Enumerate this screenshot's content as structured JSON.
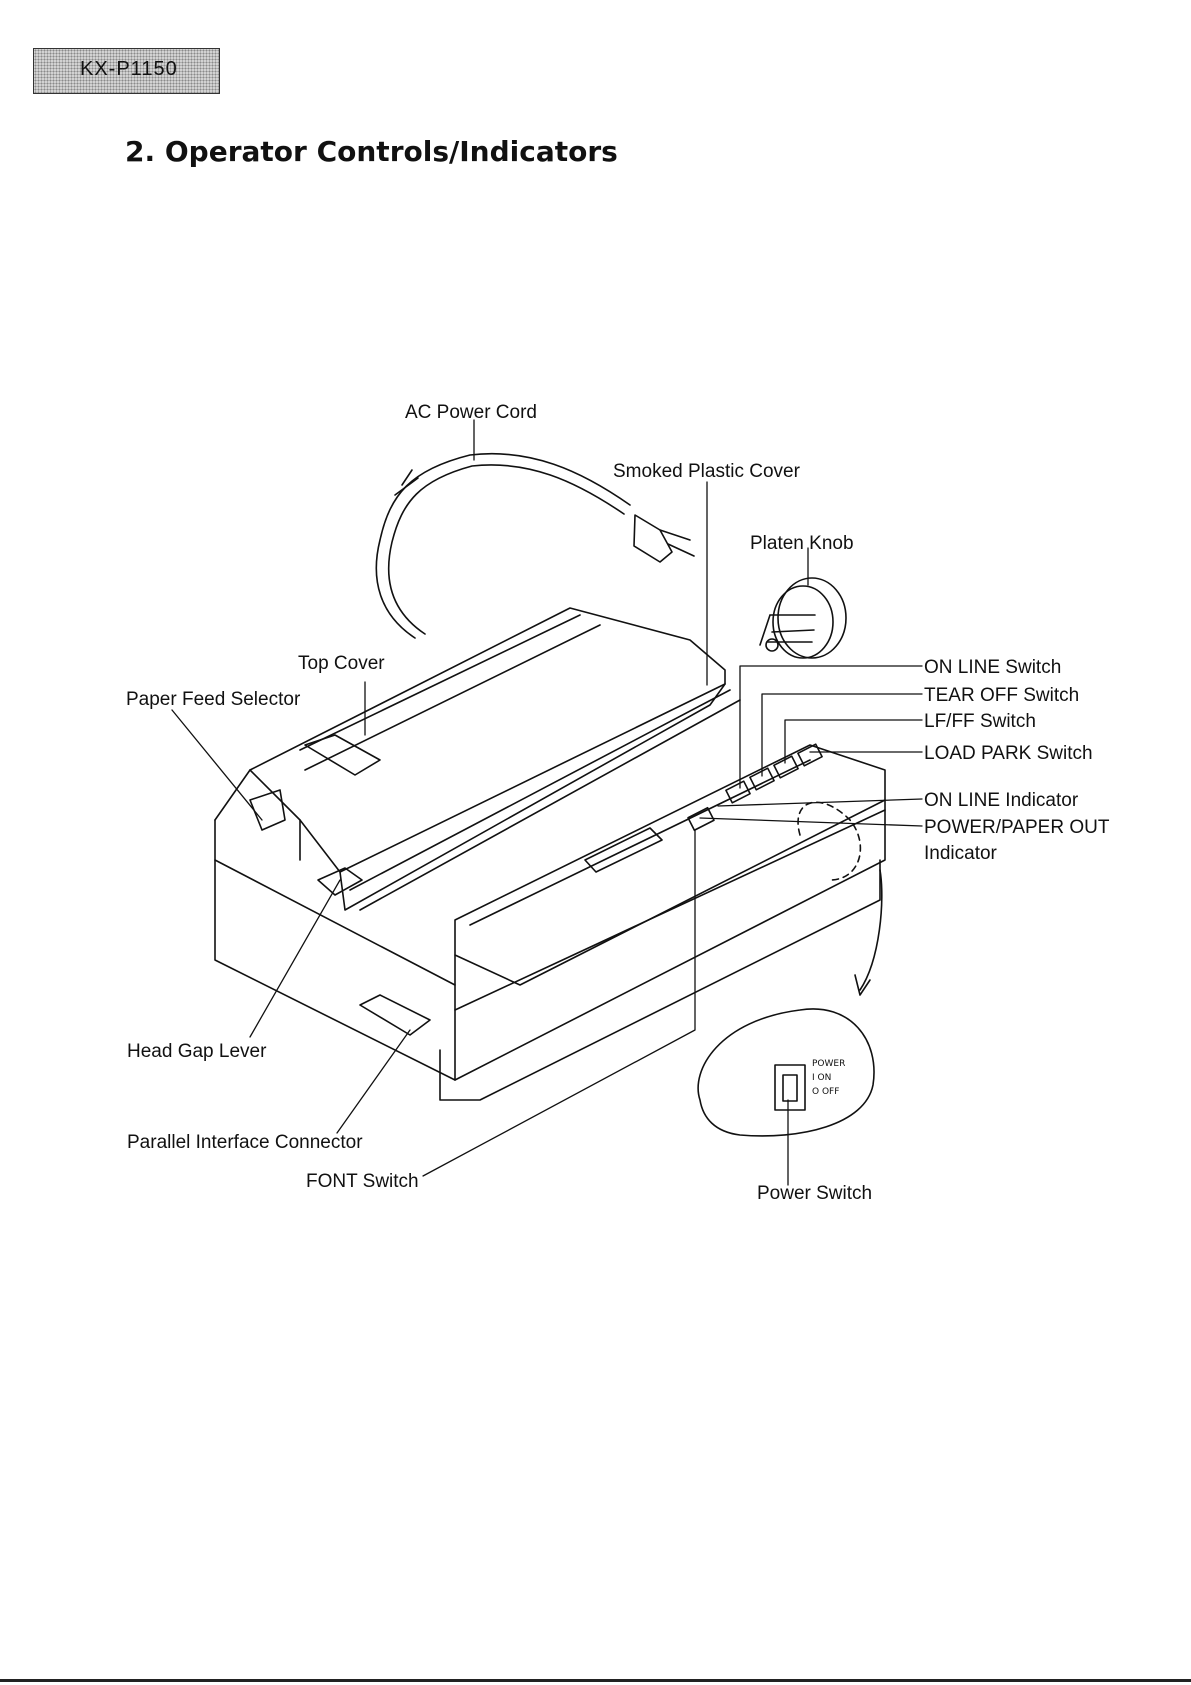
{
  "header": {
    "model": "KX-P1150"
  },
  "page_title": "2. Operator Controls/Indicators",
  "labels": {
    "ac_power_cord": "AC Power Cord",
    "smoked_plastic_cover": "Smoked Plastic Cover",
    "platen_knob": "Platen Knob",
    "top_cover": "Top Cover",
    "paper_feed_selector": "Paper Feed Selector",
    "on_line_switch": "ON LINE Switch",
    "tear_off_switch": "TEAR OFF Switch",
    "lf_ff_switch": "LF/FF Switch",
    "load_park_switch": "LOAD PARK Switch",
    "on_line_indicator": "ON LINE Indicator",
    "power_paper_out": "POWER/PAPER OUT",
    "indicator": "Indicator",
    "head_gap_lever": "Head Gap Lever",
    "parallel_interface_connector": "Parallel Interface Connector",
    "font_switch": "FONT Switch",
    "power_switch": "Power Switch"
  },
  "power_switch_detail": {
    "power": "POWER",
    "on": "I ON",
    "off": "O OFF"
  }
}
